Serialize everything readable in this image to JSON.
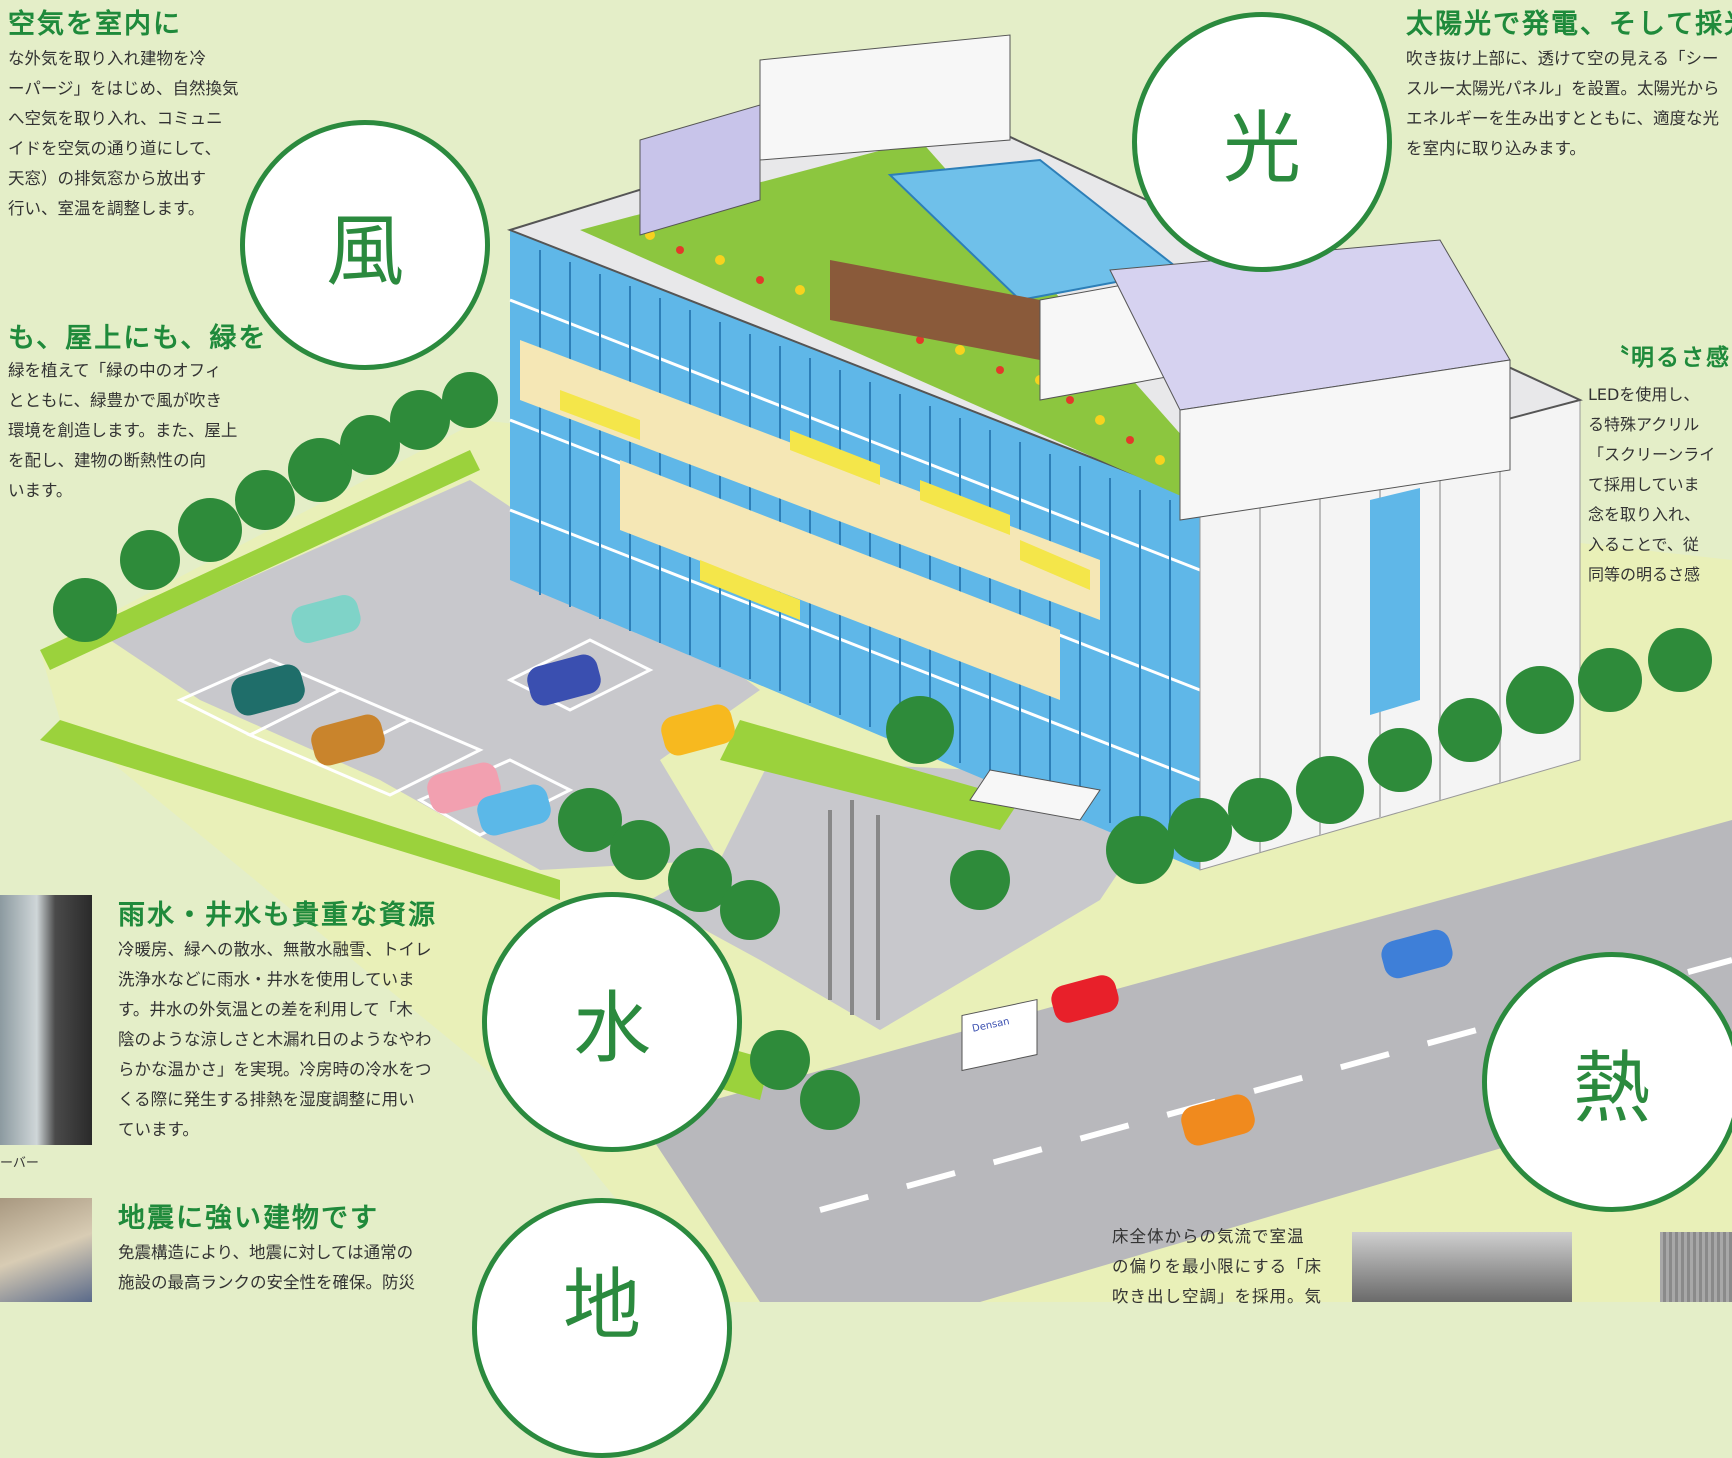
{
  "wind": {
    "title": "空気を室内に",
    "lines": [
      "な外気を取り入れ建物を冷",
      "ーパージ」をはじめ、自然換気",
      "へ空気を取り入れ、コミュニ",
      "イドを空気の通り道にして、",
      "天窓）の排気窓から放出す",
      "行い、室温を調整します。"
    ],
    "circle": "風"
  },
  "green": {
    "title": "も、屋上にも、緑を",
    "lines": [
      "緑を植えて「緑の中のオフィ",
      "とともに、緑豊かで風が吹き",
      "環境を創造します。また、屋上",
      "を配し、建物の断熱性の向",
      "います。"
    ]
  },
  "solar": {
    "title": "太陽光で発電、そして採光",
    "lines": [
      "吹き抜け上部に、透けて空の見える「シー",
      "スルー太陽光パネル」を設置。太陽光から",
      "エネルギーを生み出すとともに、適度な光",
      "を室内に取り込みます。"
    ],
    "circle": "光"
  },
  "brightness": {
    "title": "〝明るさ感",
    "lines": [
      "LEDを使用し、",
      "る特殊アクリル",
      "「スクリーンライ",
      "て採用していま",
      "念を取り入れ、",
      "入ることで、従",
      "同等の明るさ感"
    ]
  },
  "water": {
    "title": "雨水・井水も貴重な資源",
    "lines": [
      "冷暖房、緑への散水、無散水融雪、トイレ",
      "洗浄水などに雨水・井水を使用していま",
      "す。井水の外気温との差を利用して「木",
      "陰のような涼しさと木漏れ日のようなやわ",
      "らかな温かさ」を実現。冷房時の冷水をつ",
      "くる際に発生する排熱を湿度調整に用い",
      "ています。"
    ],
    "circle": "水",
    "photo_caption": "ーバー"
  },
  "earthquake": {
    "title": "地震に強い建物です",
    "lines": [
      "免震構造により、地震に対しては通常の",
      "施設の最高ランクの安全性を確保。防災"
    ],
    "circle": "地"
  },
  "heat": {
    "circle": "熱",
    "lines": [
      "床全体からの気流で室温",
      "の偏りを最小限にする「床",
      "吹き出し空調」を採用。気"
    ]
  },
  "sign": {
    "text": "Densan"
  },
  "colors": {
    "accent_green": "#2b8a3e",
    "background": "#e4eec8"
  }
}
